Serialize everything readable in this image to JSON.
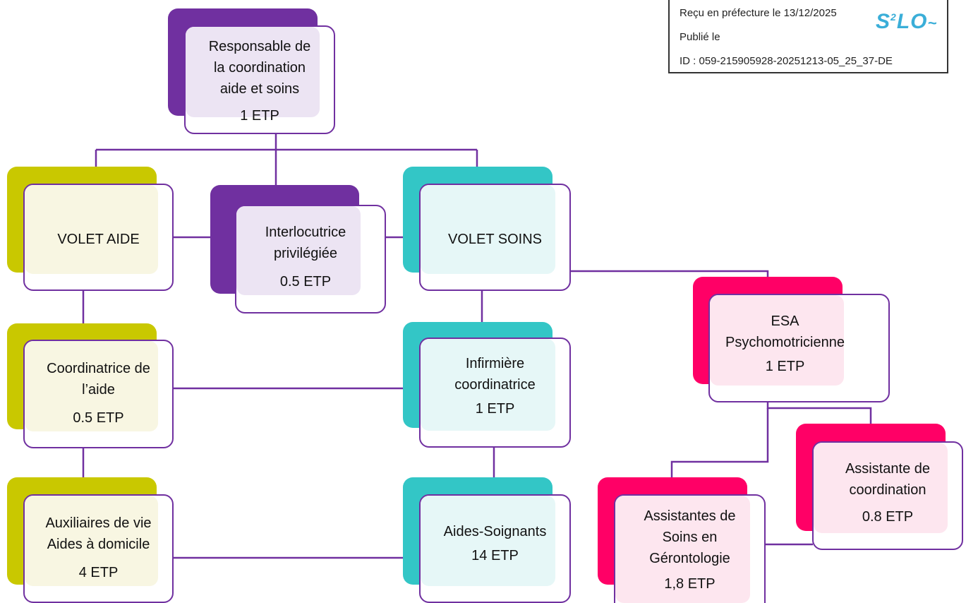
{
  "stamp": {
    "received": "Reçu en préfecture le 13/12/2025",
    "published": "Publié le",
    "id": "ID : 059-215905928-20251213-05_25_37-DE",
    "logo": "S²LO"
  },
  "nodes": {
    "responsable": {
      "lines": [
        "Responsable de",
        "la coordination",
        "aide et soins"
      ],
      "etp": "1 ETP"
    },
    "volet_aide": {
      "lines": [
        "VOLET AIDE"
      ],
      "etp": ""
    },
    "interlocutrice": {
      "lines": [
        "Interlocutrice",
        "privilégiée"
      ],
      "etp": "0.5 ETP"
    },
    "volet_soins": {
      "lines": [
        "VOLET SOINS"
      ],
      "etp": ""
    },
    "esa": {
      "lines": [
        "ESA",
        "Psychomotricienne"
      ],
      "etp": "1 ETP"
    },
    "coordinatrice_aide": {
      "lines": [
        "Coordinatrice de",
        "l’aide"
      ],
      "etp": "0.5 ETP"
    },
    "infirmiere": {
      "lines": [
        "Infirmière",
        "coordinatrice"
      ],
      "etp": "1 ETP"
    },
    "assistante_coordination": {
      "lines": [
        "Assistante de",
        "coordination"
      ],
      "etp": "0.8 ETP"
    },
    "auxiliaires": {
      "lines": [
        "Auxiliaires de vie",
        "Aides à domicile"
      ],
      "etp": "4 ETP"
    },
    "aides_soignants": {
      "lines": [
        "Aides-Soignants"
      ],
      "etp": "14 ETP"
    },
    "asg": {
      "lines": [
        "Assistantes de",
        "Soins en",
        "Gérontologie"
      ],
      "etp": "1,8 ETP"
    }
  },
  "colors": {
    "border": "#7030a0",
    "purple": "#7030a0",
    "purple_light": "#ece4f3",
    "olive": "#c9c800",
    "olive_light": "#f8f6e2",
    "teal": "#33c6c6",
    "teal_light": "#e6f7f7",
    "magenta": "#ff0066",
    "magenta_light": "#fde6ef"
  }
}
